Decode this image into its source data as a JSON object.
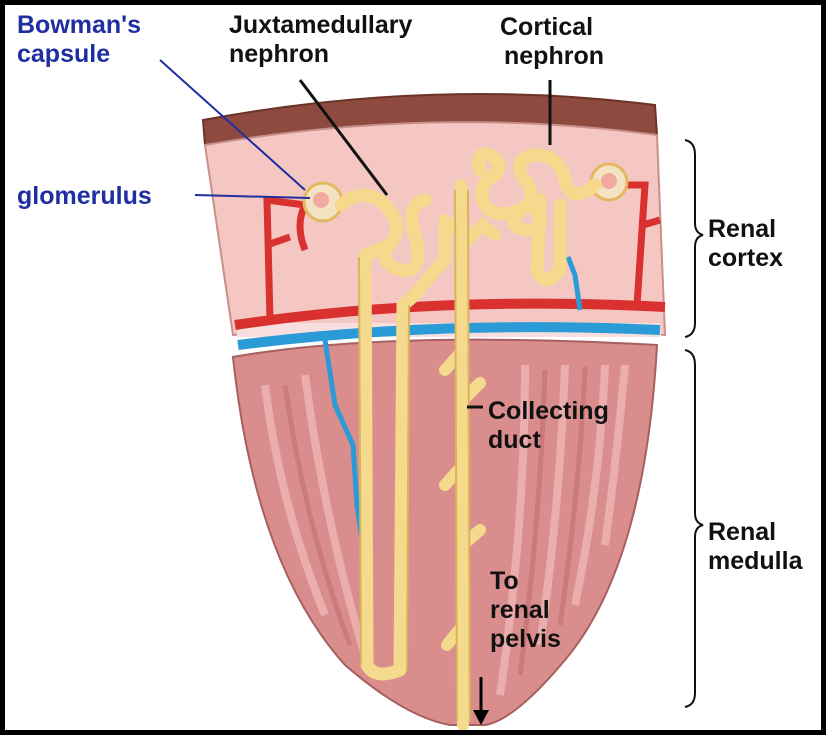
{
  "labels": {
    "bowmans_capsule": [
      "Bowman's",
      "capsule"
    ],
    "juxtamedullary": [
      "Juxtamedullary",
      "nephron"
    ],
    "cortical": [
      "Cortical",
      "nephron"
    ],
    "glomerulus": "glomerulus",
    "renal_cortex": [
      "Renal",
      "cortex"
    ],
    "collecting_duct": [
      "Collecting",
      "duct"
    ],
    "renal_medulla": [
      "Renal",
      "medulla"
    ],
    "to_renal_pelvis": [
      "To",
      "renal",
      "pelvis"
    ]
  },
  "colors": {
    "label_blue": "#1f2ea0",
    "cortex": "#f4c7c3",
    "medulla": "#d98d8d",
    "tubule": "#f5d98d",
    "artery": "#d93030",
    "vein": "#2a9bd6"
  }
}
